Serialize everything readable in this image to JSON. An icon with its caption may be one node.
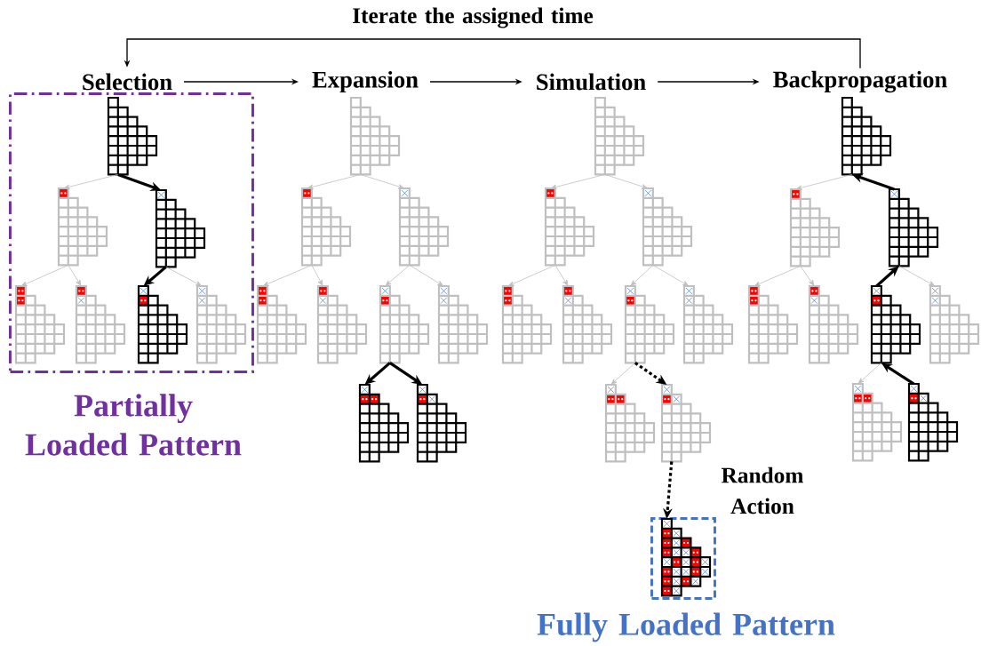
{
  "diagram": {
    "nodes": [
      {
        "text": [
          "Selection"
        ]
      },
      {
        "text": [
          "Expansion"
        ]
      },
      {
        "text": [
          "Simulation"
        ]
      },
      {
        "text": [
          "Backpropagation"
        ]
      },
      {
        "text": [
          "Partially Loaded Pattern"
        ]
      },
      {
        "text": [],
        "shape": "picture",
        "in": 4
      },
      {
        "text": [],
        "shape": "picture",
        "in": 4
      },
      {
        "text": [],
        "shape": "picture",
        "in": 4
      },
      {
        "text": [],
        "shape": "picture",
        "in": 4
      },
      {
        "text": [],
        "shape": "picture",
        "in": 4
      },
      {
        "text": [],
        "shape": "picture",
        "in": 4
      },
      {
        "text": [],
        "shape": "picture",
        "in": 4
      },
      {
        "text": [],
        "shape": "picture"
      },
      {
        "text": [],
        "shape": "picture"
      },
      {
        "text": [],
        "shape": "picture"
      },
      {
        "text": [],
        "shape": "picture"
      },
      {
        "text": [],
        "shape": "picture"
      },
      {
        "text": [],
        "shape": "picture"
      },
      {
        "text": [],
        "shape": "picture"
      },
      {
        "text": [],
        "shape": "picture"
      },
      {
        "text": [],
        "shape": "picture"
      },
      {
        "text": [],
        "shape": "picture"
      },
      {
        "text": [],
        "shape": "picture"
      },
      {
        "text": [],
        "shape": "picture"
      },
      {
        "text": [],
        "shape": "picture"
      },
      {
        "text": [],
        "shape": "picture"
      },
      {
        "text": [],
        "shape": "picture"
      },
      {
        "text": [],
        "shape": "picture"
      },
      {
        "text": [],
        "shape": "picture"
      },
      {
        "text": [],
        "shape": "picture"
      },
      {
        "text": [],
        "shape": "picture"
      },
      {
        "text": [],
        "shape": "picture"
      },
      {
        "text": [],
        "shape": "picture"
      },
      {
        "text": [],
        "shape": "picture"
      },
      {
        "text": [],
        "shape": "picture"
      },
      {
        "text": [],
        "shape": "picture"
      },
      {
        "text": [],
        "shape": "picture"
      },
      {
        "text": [],
        "shape": "picture"
      },
      {
        "text": [],
        "shape": "picture"
      },
      {
        "text": [
          "Fully Loaded Pattern"
        ]
      },
      {
        "text": [],
        "shape": "picture",
        "in": 39
      }
    ],
    "edges": [
      {
        "from": 0,
        "to": 1,
        "arrow": "to",
        "color": "#000000"
      },
      {
        "from": 1,
        "to": 2,
        "arrow": "to",
        "color": "#000000"
      },
      {
        "from": 2,
        "to": 3,
        "arrow": "to",
        "color": "#000000"
      },
      {
        "from": 3,
        "to": 0,
        "arrow": "to",
        "label": "Iterate the assigned time",
        "color": "#000000"
      },
      {
        "from": 5,
        "to": 6,
        "arrow": "to"
      },
      {
        "from": 5,
        "to": 7,
        "arrow": "to",
        "style": "thick",
        "color": "#000000"
      },
      {
        "from": 6,
        "to": 8,
        "arrow": "to"
      },
      {
        "from": 6,
        "to": 9,
        "arrow": "to"
      },
      {
        "from": 7,
        "to": 10,
        "arrow": "to",
        "style": "thick",
        "color": "#000000"
      },
      {
        "from": 7,
        "to": 11,
        "arrow": "to"
      },
      {
        "from": 12,
        "to": 13,
        "arrow": "to"
      },
      {
        "from": 12,
        "to": 14,
        "arrow": "to"
      },
      {
        "from": 13,
        "to": 15,
        "arrow": "to"
      },
      {
        "from": 13,
        "to": 16,
        "arrow": "to"
      },
      {
        "from": 14,
        "to": 17,
        "arrow": "to"
      },
      {
        "from": 14,
        "to": 18,
        "arrow": "to"
      },
      {
        "from": 17,
        "to": 19,
        "arrow": "to",
        "style": "thick",
        "color": "#000000"
      },
      {
        "from": 17,
        "to": 20,
        "arrow": "to",
        "style": "thick",
        "color": "#000000"
      },
      {
        "from": 21,
        "to": 22,
        "arrow": "to"
      },
      {
        "from": 21,
        "to": 23,
        "arrow": "to"
      },
      {
        "from": 22,
        "to": 24,
        "arrow": "to"
      },
      {
        "from": 22,
        "to": 25,
        "arrow": "to"
      },
      {
        "from": 23,
        "to": 26,
        "arrow": "to"
      },
      {
        "from": 23,
        "to": 27,
        "arrow": "to"
      },
      {
        "from": 26,
        "to": 28,
        "arrow": "to"
      },
      {
        "from": 26,
        "to": 29,
        "arrow": "to",
        "style": "dashed",
        "color": "#000000"
      },
      {
        "from": 29,
        "to": 40,
        "arrow": "to",
        "label": "Random Action",
        "style": "dashed",
        "color": "#000000"
      },
      {
        "from": 30,
        "to": 31,
        "arrow": "to"
      },
      {
        "from": 31,
        "to": 33,
        "arrow": "to"
      },
      {
        "from": 31,
        "to": 34,
        "arrow": "to"
      },
      {
        "from": 32,
        "to": 36,
        "arrow": "to"
      },
      {
        "from": 35,
        "to": 37,
        "arrow": "to"
      },
      {
        "from": 38,
        "to": 35,
        "arrow": "to",
        "style": "thick",
        "color": "#000000"
      },
      {
        "from": 35,
        "to": 32,
        "arrow": "to",
        "style": "thick",
        "color": "#000000"
      },
      {
        "from": 32,
        "to": 30,
        "arrow": "to",
        "style": "thick",
        "color": "#000000"
      }
    ]
  }
}
